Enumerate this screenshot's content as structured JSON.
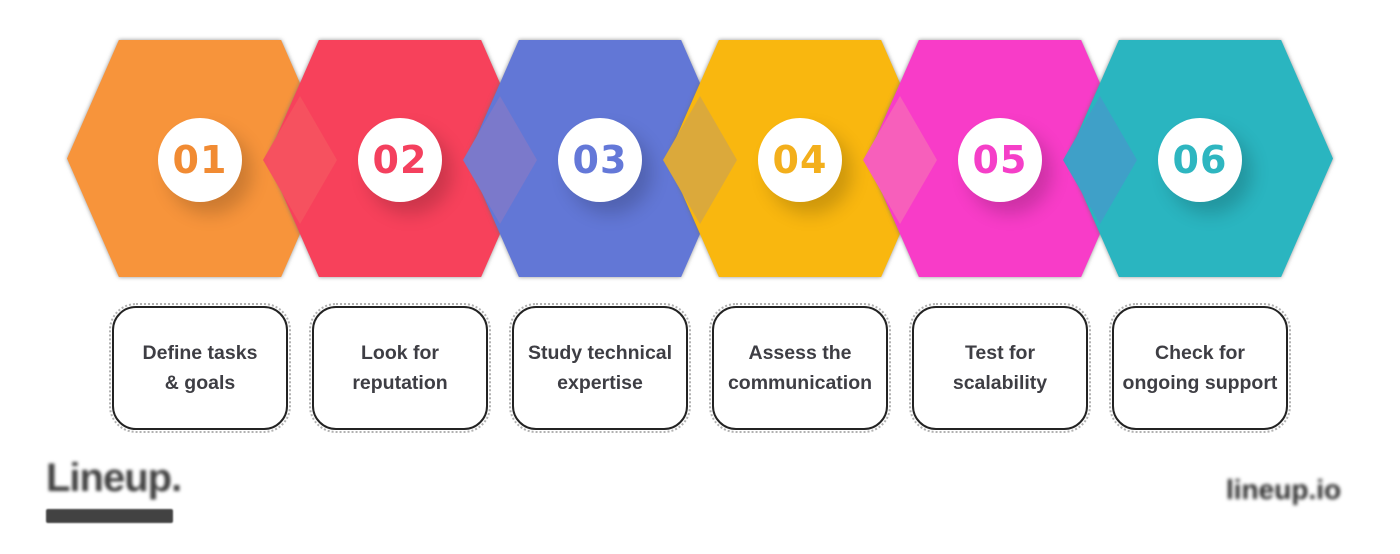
{
  "canvas": {
    "background": "#ffffff"
  },
  "steps": [
    {
      "number": "01",
      "hex_color": "#F7943B",
      "num_color": "#F18B33",
      "card_line1": "Define tasks",
      "card_line2": "& goals"
    },
    {
      "number": "02",
      "hex_color": "#F7415B",
      "num_color": "#F4405E",
      "card_line1": "Look for",
      "card_line2": "reputation"
    },
    {
      "number": "03",
      "hex_color": "#6277D6",
      "num_color": "#6478D8",
      "card_line1": "Study technical",
      "card_line2": "expertise"
    },
    {
      "number": "04",
      "hex_color": "#F9B70F",
      "num_color": "#F3AF1C",
      "card_line1": "Assess the",
      "card_line2": "communication"
    },
    {
      "number": "05",
      "hex_color": "#F83CC8",
      "num_color": "#F53FC8",
      "card_line1": "Test for",
      "card_line2": "scalability"
    },
    {
      "number": "06",
      "hex_color": "#2AB5C0",
      "num_color": "#2EB6C0",
      "card_line1": "Check for",
      "card_line2": "ongoing support"
    }
  ],
  "connectors": [
    {
      "color": "#F6515F"
    },
    {
      "color": "#7B79CB"
    },
    {
      "color": "#DBA93B"
    },
    {
      "color": "#F75FBB"
    },
    {
      "color": "#3FA0C8"
    }
  ],
  "footer": {
    "brand": "Lineup.",
    "website": "lineup.io"
  }
}
